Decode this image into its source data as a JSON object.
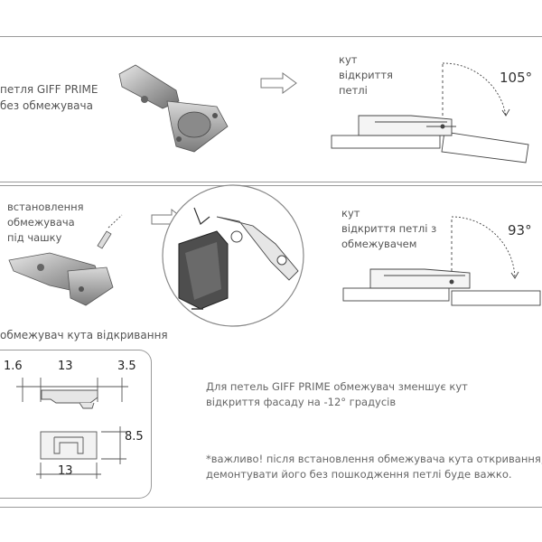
{
  "section1": {
    "label_line1": "петля GIFF PRIME",
    "label_line2": "без обмежувача",
    "angle_label_line1": "кут",
    "angle_label_line2": "відкриття",
    "angle_label_line3": "петлі",
    "angle_value": "105°"
  },
  "section2": {
    "install_line1": "встановлення",
    "install_line2": "обмежувача",
    "install_line3": "під чашку",
    "limiter_caption": "обмежувач кута відкривання",
    "angle_label_line1": "кут",
    "angle_label_line2": "відкриття петлі з",
    "angle_label_line3": "обмежувачем",
    "angle_value": "93°"
  },
  "dimensions": {
    "d1": "1.6",
    "d2": "13",
    "d3": "3.5",
    "d4": "8.5",
    "d5": "13"
  },
  "notes": {
    "note1_line1": "Для петель GIFF PRIME обмежувач зменшує кут",
    "note1_line2": "відкриття фасаду на -12° градусів",
    "note2_line1": "*важливо! після встановлення обмежувача кута откривання,",
    "note2_line2": "демонтувати його без пошкодження петлі буде важко."
  }
}
